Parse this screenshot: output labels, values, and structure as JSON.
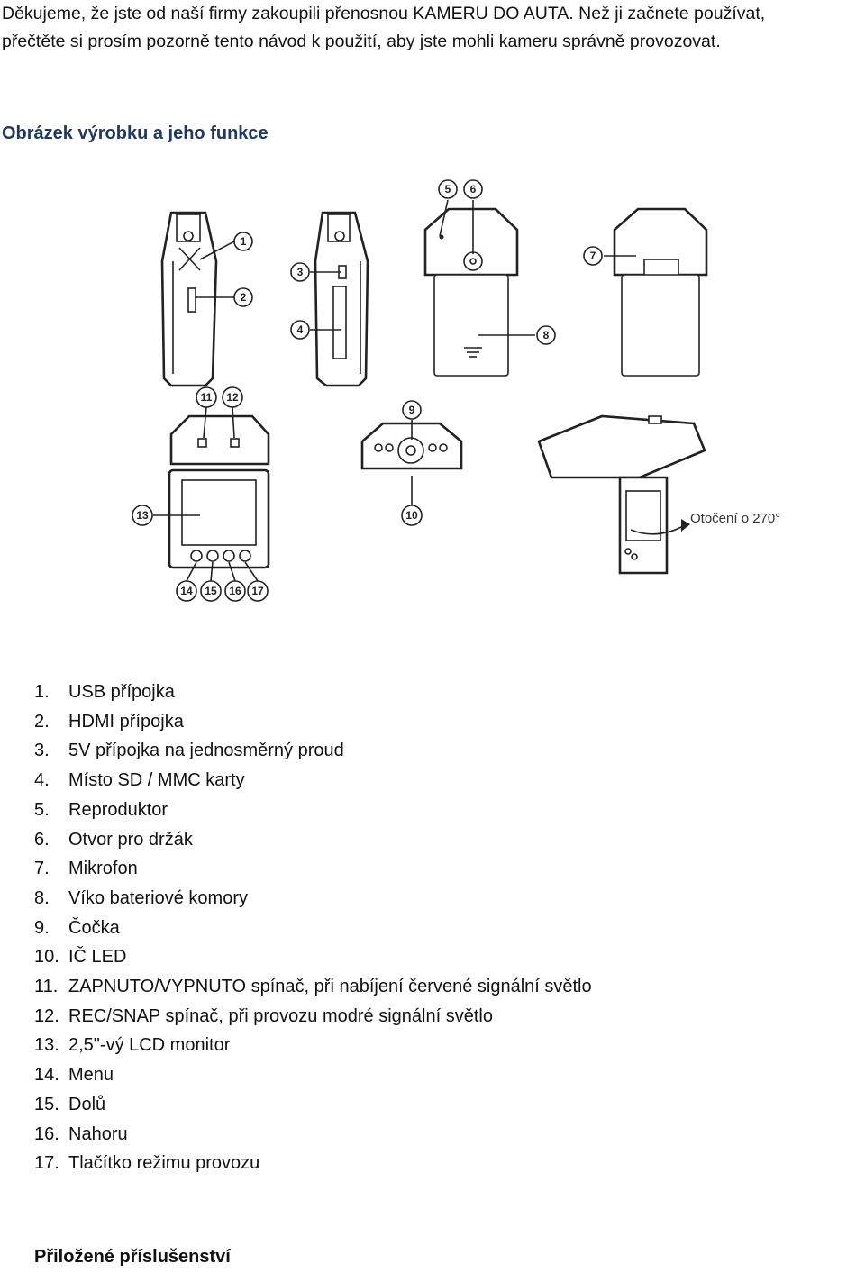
{
  "intro": {
    "line1": "Děkujeme, že jste od naší firmy zakoupili přenosnou KAMERU DO AUTA. Než ji začnete používat,",
    "line2": "přečtěte si prosím pozorně tento návod k použití, aby jste mohli kameru správně provozovat."
  },
  "section_title": "Obrázek výrobku a jeho funkce",
  "diagram": {
    "callouts": [
      "1",
      "2",
      "3",
      "4",
      "5",
      "6",
      "7",
      "8",
      "9",
      "10",
      "11",
      "12",
      "13",
      "14",
      "15",
      "16",
      "17"
    ],
    "rotation_label": "Otočení o 270°"
  },
  "parts": [
    {
      "num": "1.",
      "label": "USB přípojka"
    },
    {
      "num": "2.",
      "label": "HDMI přípojka"
    },
    {
      "num": "3.",
      "label": "5V přípojka na jednosměrný proud"
    },
    {
      "num": "4.",
      "label": "Místo SD / MMC karty"
    },
    {
      "num": "5.",
      "label": "Reproduktor"
    },
    {
      "num": "6.",
      "label": "Otvor pro držák"
    },
    {
      "num": "7.",
      "label": "Mikrofon"
    },
    {
      "num": "8.",
      "label": "Víko bateriové komory"
    },
    {
      "num": "9.",
      "label": "Čočka"
    },
    {
      "num": "10.",
      "label": "IČ LED"
    },
    {
      "num": "11.",
      "label": "ZAPNUTO/VYPNUTO spínač, při nabíjení červené signální světlo"
    },
    {
      "num": "12.",
      "label": "REC/SNAP spínač, při provozu modré signální světlo"
    },
    {
      "num": "13.",
      "label": "2,5\"-vý LCD monitor"
    },
    {
      "num": "14.",
      "label": "Menu"
    },
    {
      "num": "15.",
      "label": "Dolů"
    },
    {
      "num": "16.",
      "label": "Nahoru"
    },
    {
      "num": "17.",
      "label": "Tlačítko režimu provozu"
    }
  ],
  "accessories_title": "Přiložené příslušenství"
}
